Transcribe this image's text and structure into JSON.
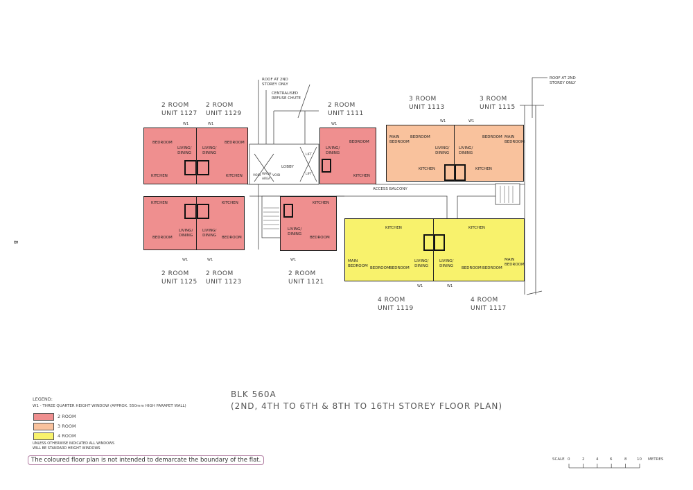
{
  "page_number": "8",
  "colors": {
    "two_room": "#ef8f8f",
    "three_room": "#f9c29d",
    "four_room": "#f8f26c"
  },
  "notes": {
    "roof_left": "ROOF AT 2ND\nSTOREY ONLY",
    "refuse_chute": "CENTRALISED\nREFUSE CHUTE",
    "roof_right": "ROOF AT 2ND\nSTOREY ONLY",
    "lobby": "LOBBY",
    "void1": "VOID",
    "wash_area": "WASH\nAREA",
    "void2": "VOID",
    "lift1": "LIFT",
    "lift2": "LIFT",
    "access_balcony": "ACCESS BALCONY",
    "w1": "W1"
  },
  "units": {
    "u1127": {
      "type": "2 ROOM",
      "unit": "UNIT 1127",
      "rooms": [
        "BEDROOM",
        "LIVING/\nDINING",
        "KITCHEN"
      ]
    },
    "u1129": {
      "type": "2 ROOM",
      "unit": "UNIT 1129",
      "rooms": [
        "LIVING/\nDINING",
        "BEDROOM",
        "KITCHEN"
      ]
    },
    "u1111": {
      "type": "2 ROOM",
      "unit": "UNIT 1111",
      "rooms": [
        "LIVING/\nDINING",
        "BEDROOM",
        "KITCHEN"
      ]
    },
    "u1113": {
      "type": "3 ROOM",
      "unit": "UNIT 1113",
      "rooms": [
        "MAIN\nBEDROOM",
        "BEDROOM",
        "LIVING/\nDINING",
        "KITCHEN"
      ]
    },
    "u1115": {
      "type": "3 ROOM",
      "unit": "UNIT 1115",
      "rooms": [
        "BEDROOM",
        "MAIN\nBEDROOM",
        "LIVING/\nDINING",
        "KITCHEN"
      ]
    },
    "u1125": {
      "type": "2 ROOM",
      "unit": "UNIT 1125",
      "rooms": [
        "KITCHEN",
        "LIVING/\nDINING",
        "BEDROOM"
      ]
    },
    "u1123": {
      "type": "2 ROOM",
      "unit": "UNIT 1123",
      "rooms": [
        "KITCHEN",
        "LIVING/\nDINING",
        "BEDROOM"
      ]
    },
    "u1121": {
      "type": "2 ROOM",
      "unit": "UNIT 1121",
      "rooms": [
        "KITCHEN",
        "LIVING/\nDINING",
        "BEDROOM"
      ]
    },
    "u1119": {
      "type": "4 ROOM",
      "unit": "UNIT 1119",
      "rooms": [
        "KITCHEN",
        "MAIN\nBEDROOM",
        "BEDROOM",
        "BEDROOM",
        "LIVING/\nDINING"
      ]
    },
    "u1117": {
      "type": "4 ROOM",
      "unit": "UNIT 1117",
      "rooms": [
        "KITCHEN",
        "LIVING/\nDINING",
        "BEDROOM",
        "BEDROOM",
        "MAIN\nBEDROOM"
      ]
    }
  },
  "legend": {
    "title": "LEGEND:",
    "w1_note": "W1 - THREE QUARTER HEIGHT WINDOW (APPROX. 550mm HIGH PARAPET WALL)",
    "items": [
      {
        "label": "2 ROOM",
        "color": "#ef8f8f"
      },
      {
        "label": "3 ROOM",
        "color": "#f9c29d"
      },
      {
        "label": "4 ROOM",
        "color": "#f8f26c"
      }
    ],
    "windows_note": "UNLESS OTHERWISE INDICATED ALL WINDOWS\nWILL BE STANDARD HEIGHT WINDOWS"
  },
  "disclaimer": "The coloured floor plan is not intended to demarcate the boundary of the flat.",
  "title": {
    "block": "BLK 560A",
    "subtitle": "(2ND, 4TH TO 6TH & 8TH TO 16TH STOREY FLOOR PLAN)"
  },
  "scale": {
    "label": "SCALE",
    "ticks": [
      "0",
      "2",
      "4",
      "6",
      "8",
      "10"
    ],
    "unit": "METRES"
  }
}
